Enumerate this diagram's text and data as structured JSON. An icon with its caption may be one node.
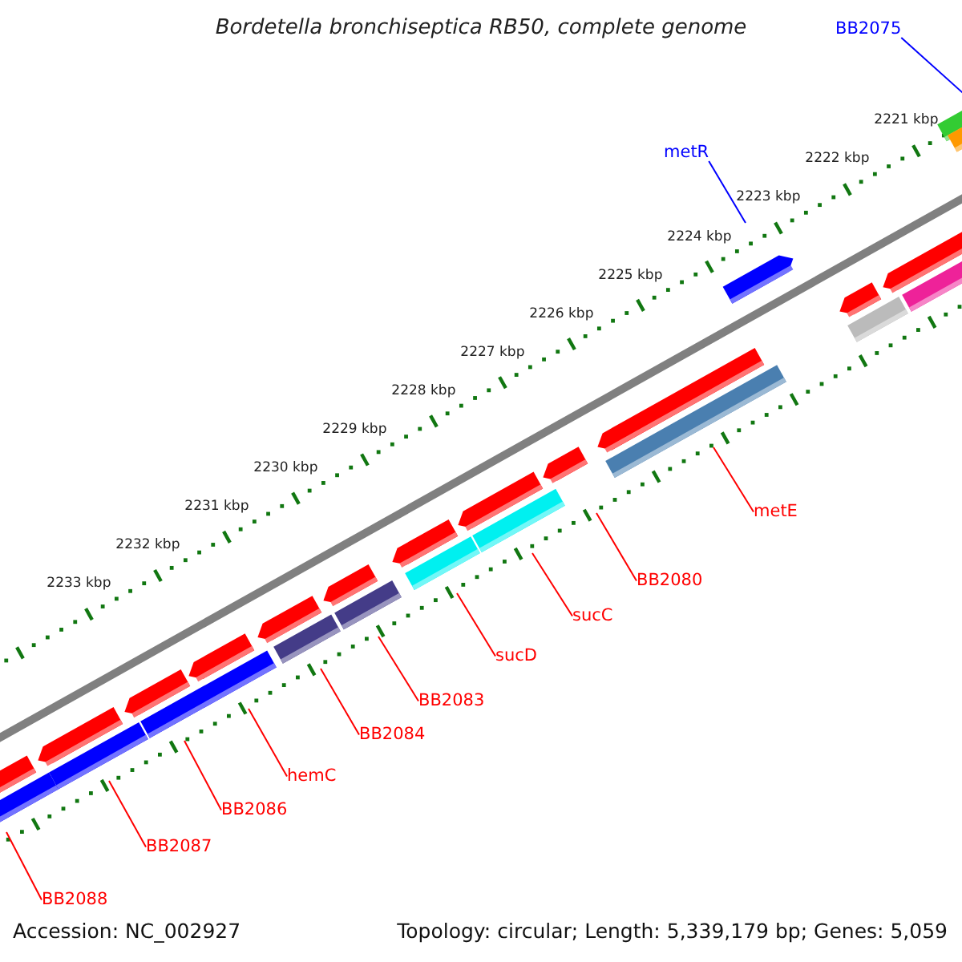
{
  "diagram": {
    "title": "Bordetella bronchiseptica RB50, complete genome",
    "nodes": [
      {
        "text": [
          "BB2075"
        ]
      },
      {
        "text": [
          "metR"
        ]
      },
      {
        "text": [
          "metE"
        ]
      },
      {
        "text": [
          "BB2080"
        ]
      },
      {
        "text": [
          "sucC"
        ]
      },
      {
        "text": [
          "sucD"
        ]
      },
      {
        "text": [
          "BB2083"
        ]
      },
      {
        "text": [
          "BB2084"
        ]
      },
      {
        "text": [
          "hemC"
        ]
      },
      {
        "text": [
          "BB2086"
        ]
      },
      {
        "text": [
          "BB2087"
        ]
      },
      {
        "text": [
          "BB2088"
        ]
      }
    ],
    "edges": [
      {
        "from": 0,
        "to": null,
        "arrow": "none",
        "color": "#0000ff"
      },
      {
        "from": 1,
        "to": null,
        "arrow": "none",
        "color": "#0000ff"
      },
      {
        "from": 2,
        "to": null,
        "arrow": "none"
      },
      {
        "from": 3,
        "to": null,
        "arrow": "none"
      },
      {
        "from": 4,
        "to": null,
        "arrow": "none"
      },
      {
        "from": 5,
        "to": null,
        "arrow": "none"
      },
      {
        "from": 6,
        "to": null,
        "arrow": "none"
      },
      {
        "from": 7,
        "to": null,
        "arrow": "none"
      },
      {
        "from": 8,
        "to": null,
        "arrow": "none"
      },
      {
        "from": 9,
        "to": null,
        "arrow": "none"
      },
      {
        "from": 10,
        "to": null,
        "arrow": "none"
      },
      {
        "from": 11,
        "to": null,
        "arrow": "none"
      }
    ],
    "labels": [
      "2221 kbp",
      "2222 kbp",
      "2223 kbp",
      "2224 kbp",
      "2225 kbp",
      "2226 kbp",
      "2227 kbp",
      "2228 kbp",
      "2229 kbp",
      "2230 kbp",
      "2231 kbp",
      "2232 kbp",
      "2233 kbp",
      "Accession: NC_002927",
      "Topology: circular; Length: 5,339,179 bp; Genes: 5,059"
    ]
  }
}
